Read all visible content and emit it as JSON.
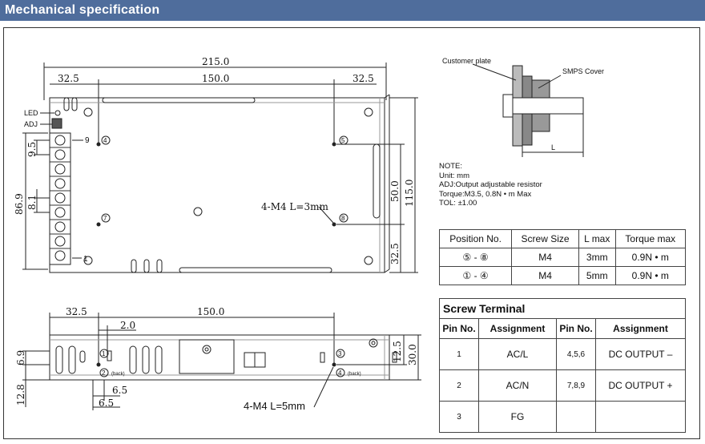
{
  "header": {
    "title": "Mechanical specification"
  },
  "top_view": {
    "dims": {
      "overall_length": "215.0",
      "left_offset": "32.5",
      "hole_span": "150.0",
      "right_offset": "32.5",
      "height_terminal": "86.9",
      "pitch_top": "9.5",
      "pitch": "8.1",
      "hole_vertical": "50.0",
      "overall_width": "115.0",
      "bottom_offset": "32.5"
    },
    "labels": {
      "led": "LED",
      "adj": "ADJ",
      "pin9": "9",
      "pin1": "1",
      "mount": "4-M4 L=3mm"
    },
    "holes": {
      "h5": "5",
      "h4": "4",
      "h7": "7",
      "h8": "8"
    }
  },
  "side_view": {
    "dims": {
      "left_offset": "32.5",
      "hole_span": "150.0",
      "small_offset": "2.0",
      "height_left": "6.9",
      "bottom_left": "12.8",
      "dim_a": "6.5",
      "dim_b": "6.5",
      "right_small": "12.5",
      "overall_height": "30.0"
    },
    "labels": {
      "h1": "1",
      "h2": "2",
      "h3": "3",
      "h4": "4",
      "back": "(back)",
      "back2": "(back)",
      "mount": "4-M4 L=5mm"
    }
  },
  "detail": {
    "customer_plate": "Customer plate",
    "smps_cover": "SMPS Cover",
    "l": "L"
  },
  "note": {
    "title": "NOTE:",
    "unit": "Unit: mm",
    "adj": "ADJ:Output adjustable resistor",
    "torque": "Torque:M3.5, 0.8N • m Max",
    "tol": "TOL: ±1.00"
  },
  "screw_table": {
    "headers": [
      "Position No.",
      "Screw Size",
      "L max",
      "Torque max"
    ],
    "rows": [
      [
        "⑤ - ⑧",
        "M4",
        "3mm",
        "0.9N • m"
      ],
      [
        "① - ④",
        "M4",
        "5mm",
        "0.9N • m"
      ]
    ]
  },
  "terminal_table": {
    "title": "Screw Terminal",
    "headers": [
      "Pin No.",
      "Assignment",
      "Pin No.",
      "Assignment"
    ],
    "rows": [
      [
        "1",
        "AC/L",
        "4,5,6",
        "DC OUTPUT –"
      ],
      [
        "2",
        "AC/N",
        "7,8,9",
        "DC OUTPUT +"
      ],
      [
        "3",
        "FG",
        "",
        ""
      ]
    ]
  }
}
